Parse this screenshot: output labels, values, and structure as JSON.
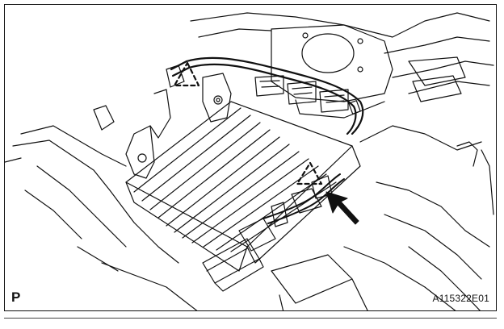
{
  "diagram": {
    "view_label": "P",
    "figure_id": "A115322E01",
    "colors": {
      "ink": "#111111",
      "paper": "#ffffff",
      "arrow": "#111111"
    },
    "callouts": [
      {
        "name": "clamp-dashed-triangle-upper",
        "shape": "dashed-triangle"
      },
      {
        "name": "clamp-dashed-triangle-lower",
        "shape": "dashed-triangle"
      },
      {
        "name": "direction-arrow",
        "shape": "solid-arrow"
      }
    ]
  }
}
